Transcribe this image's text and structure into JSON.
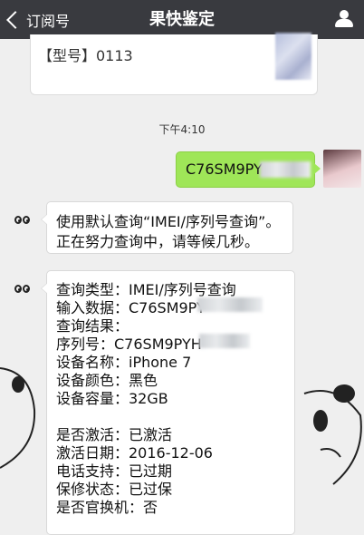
{
  "nav": {
    "back_label": "订阅号",
    "title": "果快鉴定"
  },
  "top_card": {
    "text": "【型号】0113"
  },
  "timestamp": "下午4:10",
  "sent_message": "C76SM9PY",
  "reply1": {
    "lines": [
      "使用默认查询“IMEI/序列号查询”。",
      "正在努力查询中，请等候几秒。"
    ]
  },
  "reply2": {
    "lines": [
      "查询类型：IMEI/序列号查询",
      "输入数据：C76SM9PY",
      "查询结果：",
      "序列号：C76SM9PYH",
      "设备名称：iPhone 7",
      "设备颜色：黑色",
      "设备容量：32GB",
      "",
      "是否激活：已激活",
      "激活日期：2016-12-06",
      "电话支持：已过期",
      "保修状态：已过保",
      "是否官换机：否"
    ]
  }
}
